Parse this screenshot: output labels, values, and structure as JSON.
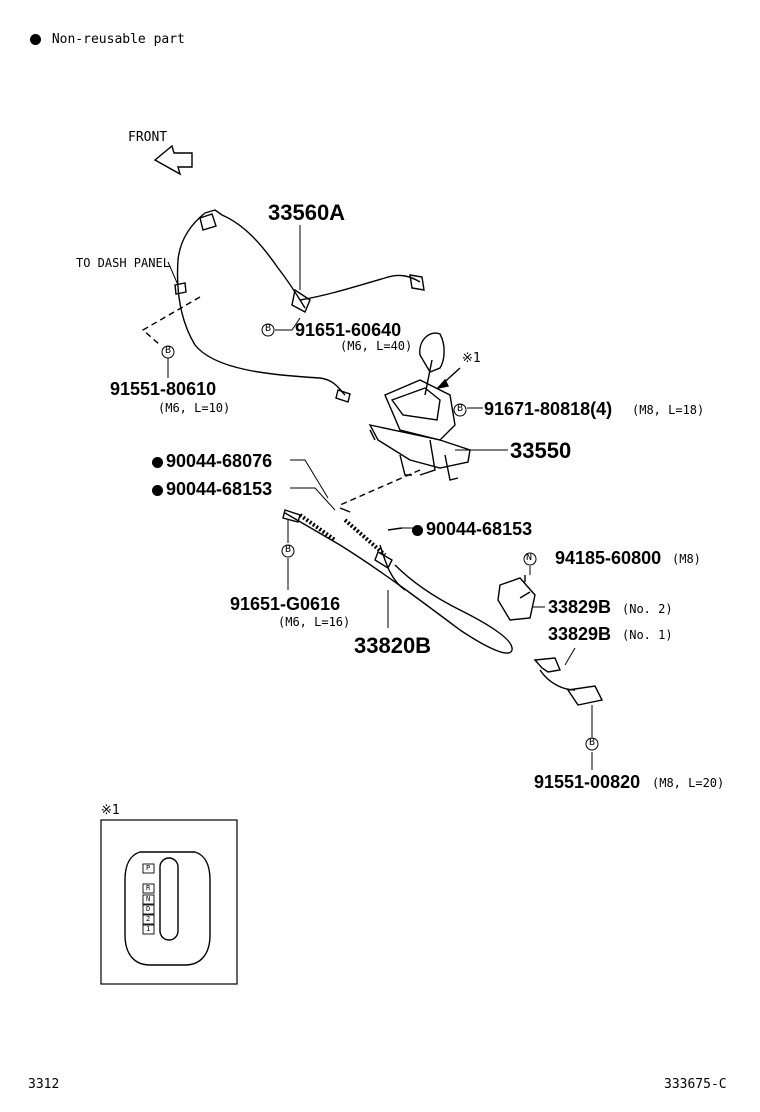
{
  "legend": {
    "text": "Non-reusable part"
  },
  "front_label": "FRONT",
  "to_dash_panel": "TO DASH PANEL",
  "parts": {
    "p33560A": "33560A",
    "p91651_60640": "91651-60640",
    "p91651_60640_spec": "(M6, L=40)",
    "p91551_80610": "91551-80610",
    "p91551_80610_spec": "(M6, L=10)",
    "note_mark": "※1",
    "p91671_80818": "91671-80818(4)",
    "p91671_80818_spec": "(M8, L=18)",
    "p33550": "33550",
    "p90044_68076": "90044-68076",
    "p90044_68153_a": "90044-68153",
    "p90044_68153_b": "90044-68153",
    "p94185_60800": "94185-60800",
    "p94185_60800_spec": "(M8)",
    "p91651_G0616": "91651-G0616",
    "p91651_G0616_spec": "(M6, L=16)",
    "p33820B": "33820B",
    "p33829B_no2": "33829B",
    "p33829B_no2_spec": "(No. 2)",
    "p33829B_no1": "33829B",
    "p33829B_no1_spec": "(No. 1)",
    "p91551_00820": "91551-00820",
    "p91551_00820_spec": "(M8, L=20)"
  },
  "callouts": {
    "bolt": "B",
    "nut": "N"
  },
  "inset": {
    "label": "※1",
    "positions": [
      "P",
      "R",
      "N",
      "D",
      "2",
      "1"
    ]
  },
  "footer": {
    "left": "3312",
    "right": "333675-C"
  }
}
